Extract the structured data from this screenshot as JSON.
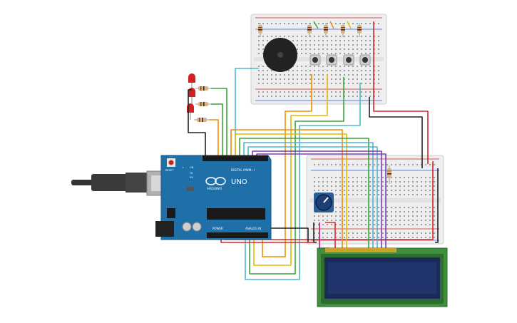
{
  "board": {
    "brand": "ARDUINO",
    "model": "UNO",
    "reset_label": "RESET",
    "digital_label": "DIGITAL (PWM~)",
    "power_label": "POWER",
    "analog_label": "ANALOG IN",
    "on_label": "ON",
    "tx_label": "TX",
    "rx_label": "RX",
    "l_label": "L"
  },
  "lcd": {
    "text_line1": "",
    "text_line2": ""
  },
  "colors": {
    "board_blue": "#1f6fa8",
    "breadboard": "#eeeeee",
    "lcd_pcb": "#3f8f3f",
    "lcd_screen": "#1c2a5a",
    "wire_red": "#d62828",
    "wire_black": "#222222",
    "wire_green": "#3aa43a",
    "wire_orange": "#f08c00",
    "wire_yellow": "#e6b800",
    "wire_cyan": "#4fb6cf",
    "wire_purple": "#7b3fb5",
    "wire_magenta": "#c2187a",
    "led_red": "#d42020"
  }
}
